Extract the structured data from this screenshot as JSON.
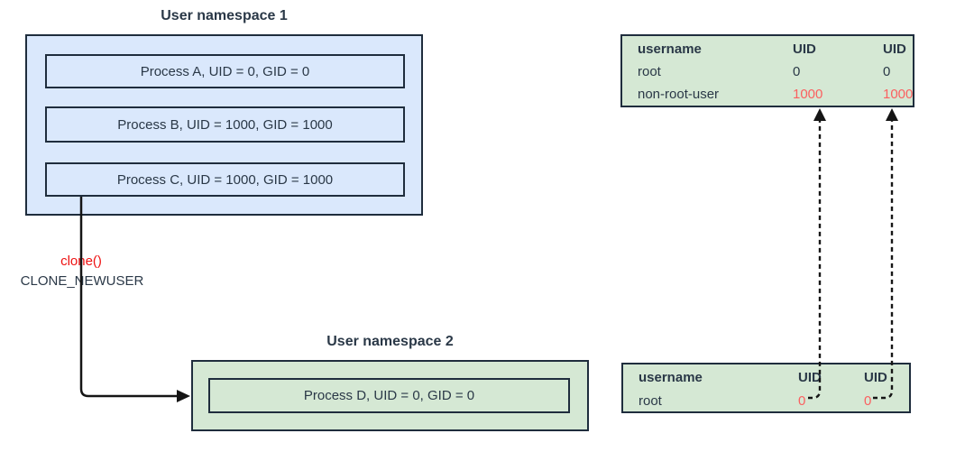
{
  "colors": {
    "blue_fill": "#dae8fc",
    "green_fill": "#d5e8d4",
    "dark_border": "#1f2d3d",
    "dark_text": "#2a3847",
    "table_red": "#fb6060",
    "clone_red": "#ee1111",
    "arrow_black": "#151515"
  },
  "namespace1": {
    "title": "User namespace 1",
    "processes": [
      "Process A, UID = 0, GID = 0",
      "Process B, UID = 1000, GID = 1000",
      "Process C, UID = 1000, GID = 1000"
    ]
  },
  "clone_call": {
    "function": "clone()",
    "flag": "CLONE_NEWUSER"
  },
  "namespace2": {
    "title": "User namespace 2",
    "processes": [
      "Process D, UID = 0, GID = 0"
    ]
  },
  "uid_map_parent": {
    "headers": [
      "username",
      "UID",
      "UID"
    ],
    "rows": [
      {
        "username": "root",
        "uid1": "0",
        "uid2": "0"
      },
      {
        "username": "non-root-user",
        "uid1": "1000",
        "uid2": "1000"
      }
    ]
  },
  "uid_map_child": {
    "headers": [
      "username",
      "UID",
      "UID"
    ],
    "rows": [
      {
        "username": "root",
        "uid1": "0",
        "uid2": "0"
      }
    ]
  }
}
